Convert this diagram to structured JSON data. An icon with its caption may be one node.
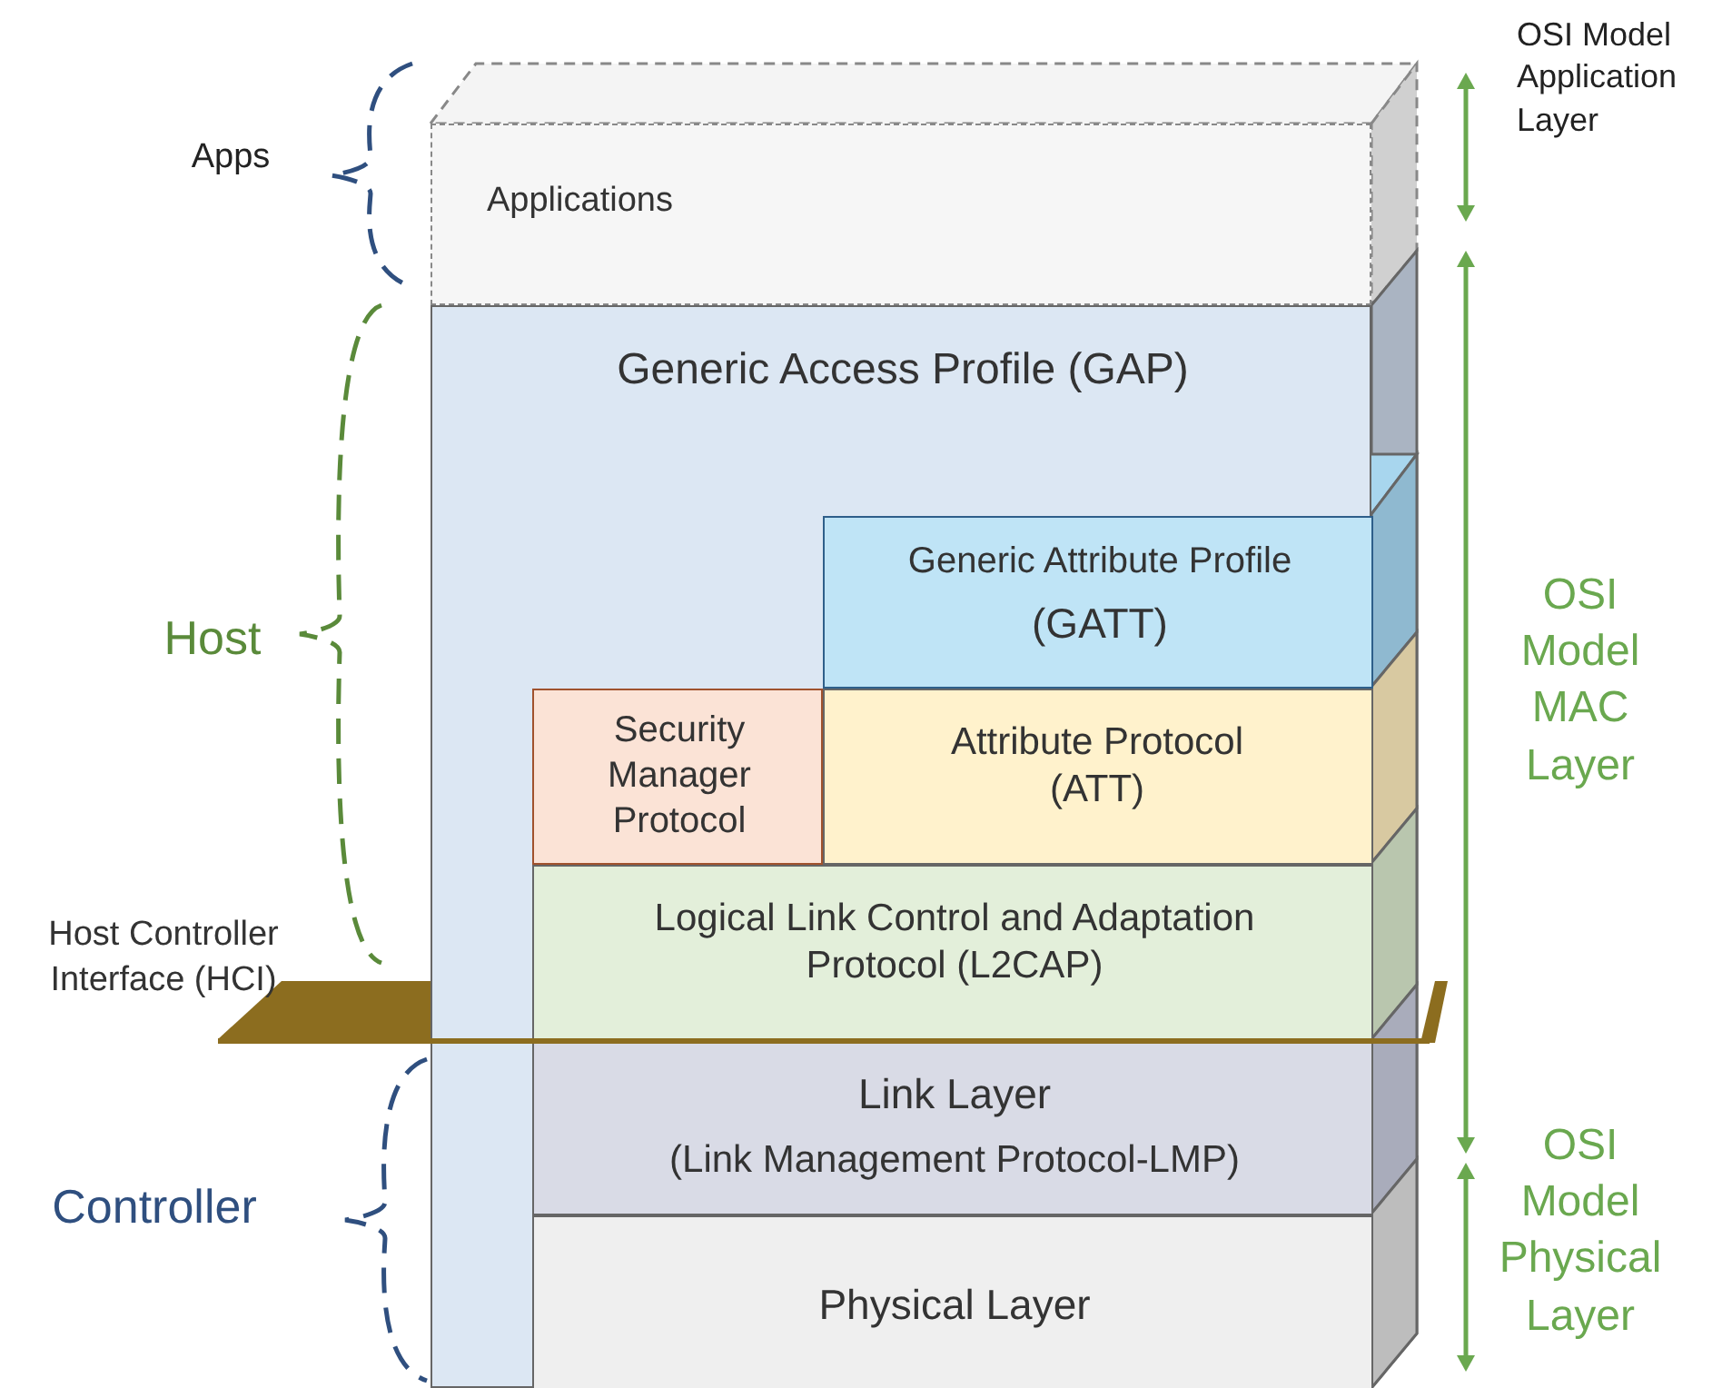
{
  "diagram": {
    "nodes": [
      {
        "text": [
          "Applications"
        ]
      },
      {
        "text": [
          "Generic Access Profile  (GAP)"
        ]
      },
      {
        "text": [
          "Generic Attribute Profile",
          "(GATT)"
        ],
        "in": 1
      },
      {
        "text": [
          "Security Manager Protocol"
        ],
        "in": 1
      },
      {
        "text": [
          "Attribute Protocol (ATT)"
        ],
        "in": 1
      },
      {
        "text": [
          "Logical Link Control and Adaptation Protocol (L2CAP)"
        ],
        "in": 1
      },
      {
        "text": [
          "Link Layer",
          "(Link Management Protocol-LMP)"
        ],
        "in": 1
      },
      {
        "text": [
          "Physical Layer"
        ],
        "in": 1
      }
    ],
    "edges": [],
    "labels": [
      "Apps",
      "Host",
      "Host Controller Interface (HCI)",
      "Controller",
      "OSI Model Application Layer",
      "OSI Model MAC Layer",
      "OSI Model Physical Layer"
    ]
  }
}
